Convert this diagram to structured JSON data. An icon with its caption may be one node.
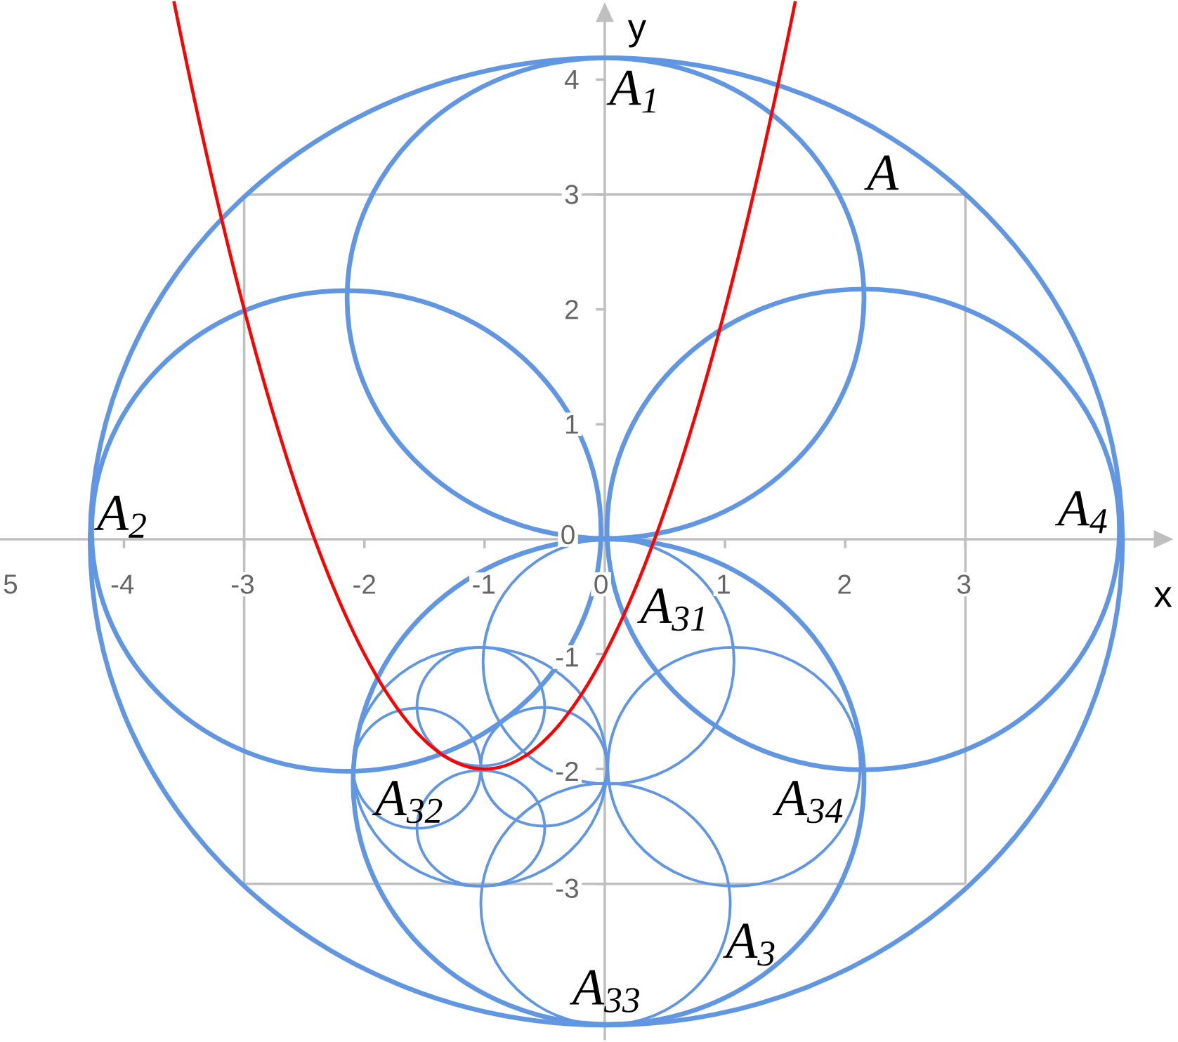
{
  "diagram": {
    "labels": [
      "y",
      "4",
      "A$_{1}$",
      "A",
      "3",
      "2",
      "1",
      "A$_{2}$",
      "0",
      "A$_{4}$",
      "5",
      "-4",
      "-3",
      "-2",
      "-1",
      "0",
      "1",
      "2",
      "3",
      "x",
      "A$_{31}$",
      "-1",
      "-2",
      "A$_{32}$",
      "A$_{34}$",
      "-3",
      "A$_{3}$",
      "A$_{33}$"
    ]
  }
}
